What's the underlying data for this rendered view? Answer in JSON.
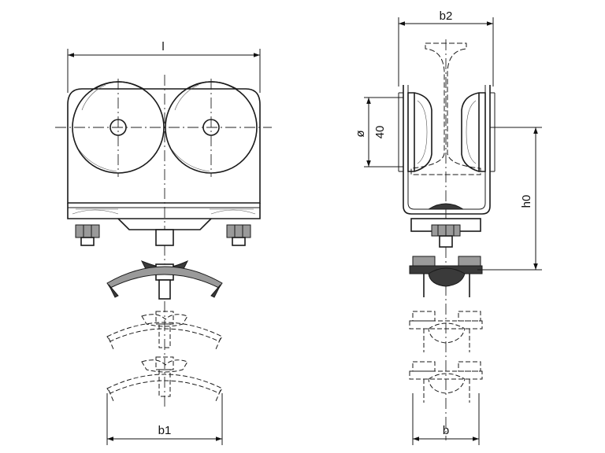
{
  "labels": {
    "l": "l",
    "b2": "b2",
    "diameter_symbol": "ø",
    "diameter_value": "40",
    "h0": "h0",
    "b1": "b1",
    "b": "b"
  }
}
